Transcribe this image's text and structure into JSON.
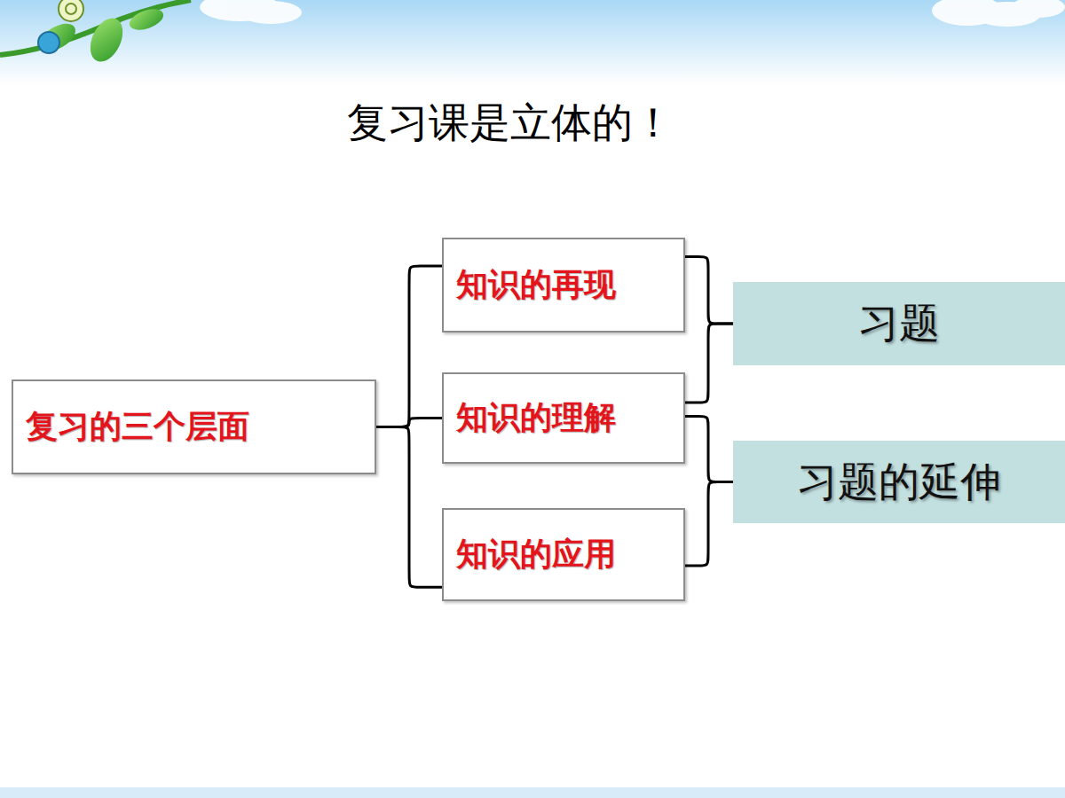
{
  "diagram": {
    "title": "复习课是立体的！",
    "nodes": [
      {
        "text": [
          "复习的三个层面"
        ]
      },
      {
        "text": [
          "知识的再现"
        ]
      },
      {
        "text": [
          "知识的理解"
        ]
      },
      {
        "text": [
          "知识的应用"
        ]
      },
      {
        "text": [
          "习题"
        ]
      },
      {
        "text": [
          "习题的延伸"
        ]
      }
    ],
    "edges": [
      {
        "from": 0,
        "to": 1,
        "arrow": "none"
      },
      {
        "from": 0,
        "to": 2,
        "arrow": "none"
      },
      {
        "from": 0,
        "to": 3,
        "arrow": "none"
      },
      {
        "from": 1,
        "to": 4,
        "arrow": "none"
      },
      {
        "from": 2,
        "to": 4,
        "arrow": "none"
      },
      {
        "from": 2,
        "to": 5,
        "arrow": "none"
      },
      {
        "from": 3,
        "to": 5,
        "arrow": "none"
      }
    ]
  }
}
